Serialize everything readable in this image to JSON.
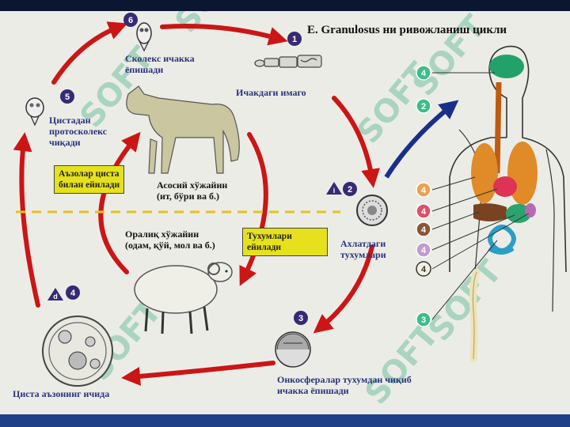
{
  "title": "E. Granulosus ни ривожланиш цикли",
  "stages": {
    "s1": {
      "num": "1",
      "text": "Ичакдаги имаго"
    },
    "s2": {
      "num": "2",
      "text_1": "Ахлатдаги",
      "text_2": "тухумлари"
    },
    "s3": {
      "num": "3",
      "text_1": "Онкосфералар тухумдан чиқиб",
      "text_2": "ичакка ёпишади"
    },
    "s4": {
      "num": "4",
      "text": "Циста аъзонинг ичида"
    },
    "s5": {
      "num": "5",
      "text_1": "Цистадан",
      "text_2": "протосколекс",
      "text_3": "чиқади"
    },
    "s6": {
      "num": "6",
      "text_1": "Сколекс ичакка",
      "text_2": "ёпишади"
    }
  },
  "hosts": {
    "definitive_1": "Асосий хўжайин",
    "definitive_2": "(ит, бўри ва б.)",
    "intermediate_1": "Оралиқ хўжайин",
    "intermediate_2": "(одам, қўй, мол ва б.)"
  },
  "boxes": {
    "organs_1": "Аъзолар циста",
    "organs_2": "билан ейилади",
    "eggs_1": "Тухумлари",
    "eggs_2": "ейилади"
  },
  "markers": {
    "i": "i",
    "d": "d"
  },
  "body_labels": [
    "4",
    "2",
    "4",
    "4",
    "4",
    "4",
    "4",
    "3"
  ],
  "watermark": "SOFT",
  "colors": {
    "cycle_arrow": "#cc1515",
    "blue_arrow": "#1a2f8a",
    "badge": "#352a73",
    "highlight_box": "#e6e11c",
    "host_divider": "#e6c21a",
    "label_text": "#27327a"
  }
}
